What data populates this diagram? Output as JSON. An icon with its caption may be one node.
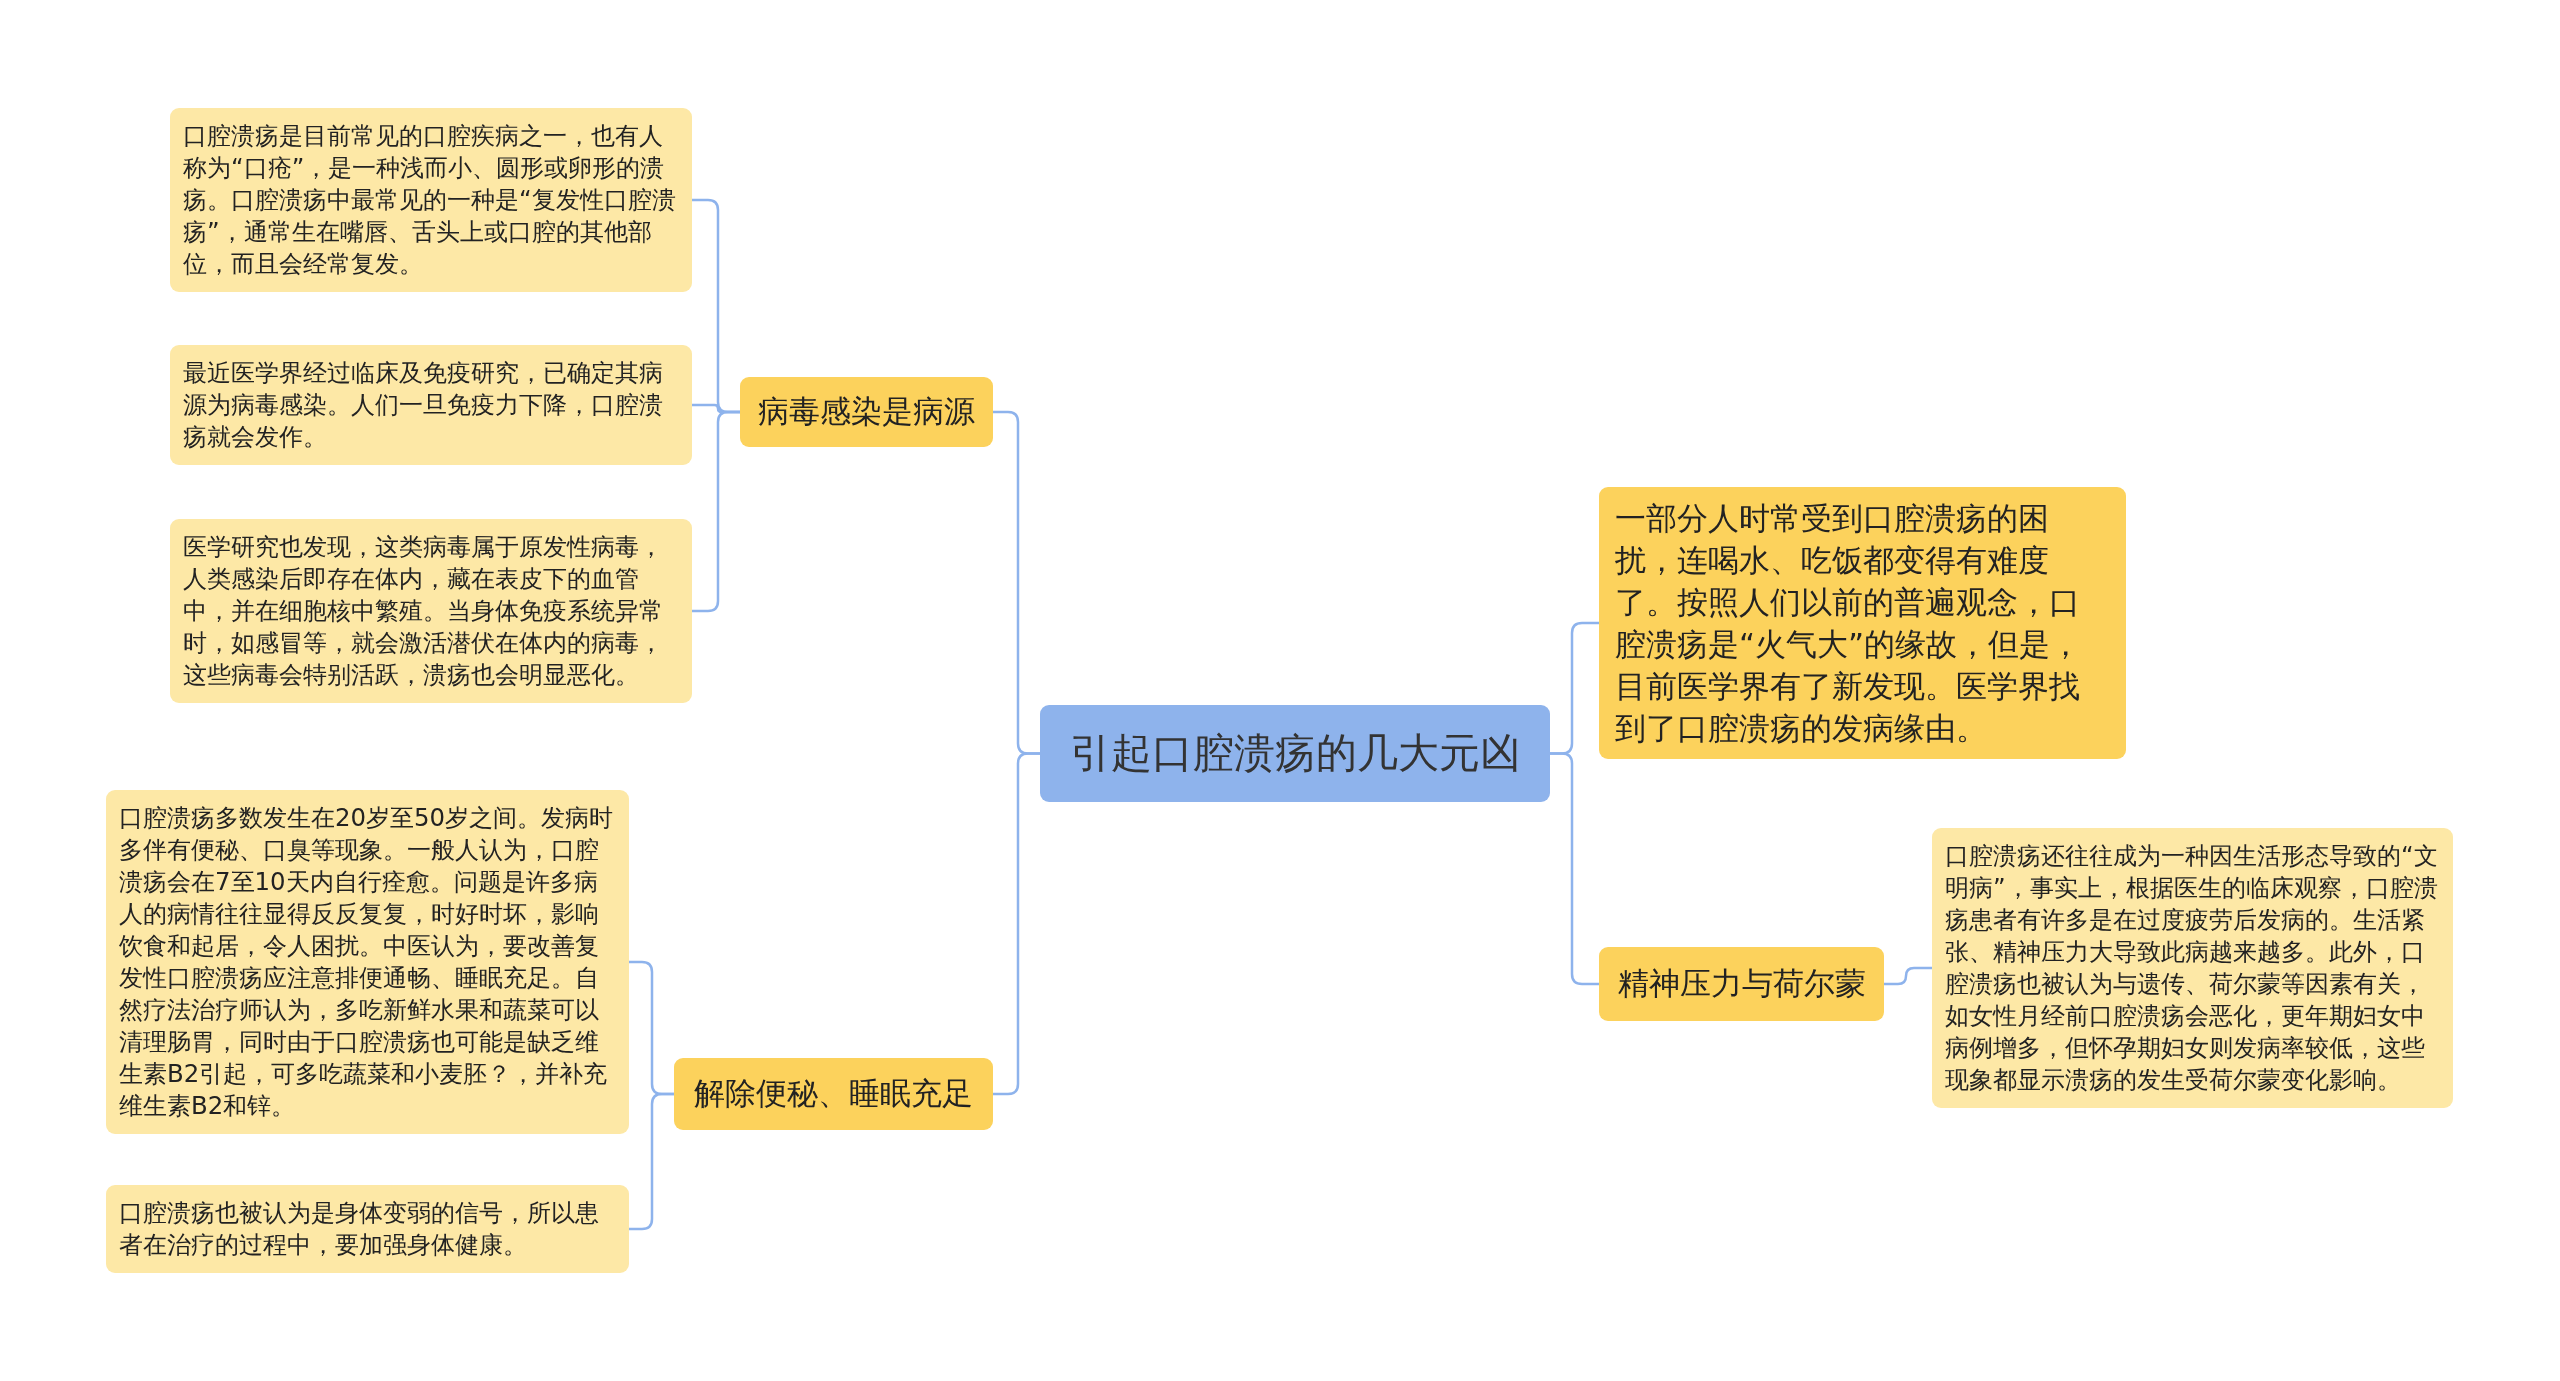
{
  "diagram": {
    "nodes": [
      {
        "text": [
          "引起口腔溃疡的几大元凶"
        ]
      },
      {
        "text": [
          "病毒感染是病源"
        ]
      },
      {
        "text": [
          "口腔溃疡是目前常见的口腔疾病之一，也有人称为“口疮”，是一种浅而小、圆形或卵形的溃疡。口腔溃疡中最常见的一种是“复发性口腔溃疡”，通常生在嘴唇、舌头上或口腔的其他部位，而且会经常复发。"
        ]
      },
      {
        "text": [
          "最近医学界经过临床及免疫研究，已确定其病源为病毒感染。人们一旦免疫力下降，口腔溃疡就会发作。"
        ]
      },
      {
        "text": [
          "医学研究也发现，这类病毒属于原发性病毒，人类感染后即存在体内，藏在表皮下的血管中，并在细胞核中繁殖。当身体免疫系统异常时，如感冒等，就会激活潜伏在体内的病毒，这些病毒会特别活跃，溃疡也会明显恶化。"
        ]
      },
      {
        "text": [
          "解除便秘、睡眠充足"
        ]
      },
      {
        "text": [
          "口腔溃疡多数发生在20岁至50岁之间。发病时多伴有便秘、口臭等现象。一般人认为，口腔溃疡会在7至10天内自行痊愈。问题是许多病人的病情往往显得反反复复，时好时坏，影响饮食和起居，令人困扰。中医认为，要改善复发性口腔溃疡应注意排便通畅、睡眠充足。自然疗法治疗师认为，多吃新鲜水果和蔬菜可以清理肠胃，同时由于口腔溃疡也可能是缺乏维生素B2引起，可多吃蔬菜和小麦胚？，并补充维生素B2和锌。"
        ]
      },
      {
        "text": [
          "口腔溃疡也被认为是身体变弱的信号，所以患者在治疗的过程中，要加强身体健康。"
        ]
      },
      {
        "text": [
          "一部分人时常受到口腔溃疡的困扰，连喝水、吃饭都变得有难度了。按照人们以前的普遍观念，口腔溃疡是“火气大”的缘故，但是，目前医学界有了新发现。医学界找到了口腔溃疡的发病缘由。"
        ]
      },
      {
        "text": [
          "精神压力与荷尔蒙"
        ]
      },
      {
        "text": [
          "口腔溃疡还往往成为一种因生活形态导致的“文明病”，事实上，根据医生的临床观察，口腔溃疡患者有许多是在过度疲劳后发病的。生活紧张、精神压力大导致此病越来越多。此外，口腔溃疡也被认为与遗传、荷尔蒙等因素有关，如女性月经前口腔溃疡会恶化，更年期妇女中病例增多，但怀孕期妇女则发病率较低，这些现象都显示溃疡的发生受荷尔蒙变化影响。"
        ]
      }
    ],
    "edges": [
      {
        "from": 0,
        "to": 1,
        "arrow": "none"
      },
      {
        "from": 0,
        "to": 5,
        "arrow": "none"
      },
      {
        "from": 0,
        "to": 8,
        "arrow": "none"
      },
      {
        "from": 0,
        "to": 9,
        "arrow": "none"
      },
      {
        "from": 1,
        "to": 2,
        "arrow": "none"
      },
      {
        "from": 1,
        "to": 3,
        "arrow": "none"
      },
      {
        "from": 1,
        "to": 4,
        "arrow": "none"
      },
      {
        "from": 5,
        "to": 6,
        "arrow": "none"
      },
      {
        "from": 5,
        "to": 7,
        "arrow": "none"
      },
      {
        "from": 9,
        "to": 10,
        "arrow": "none"
      }
    ]
  }
}
